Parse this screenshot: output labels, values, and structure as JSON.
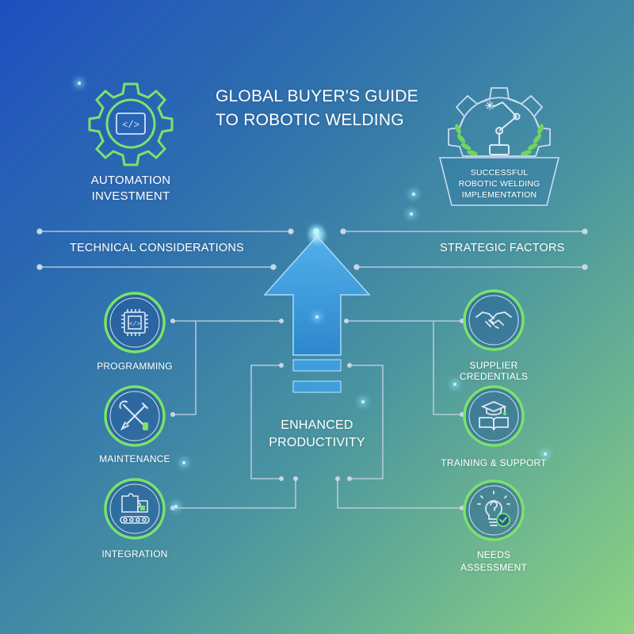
{
  "title": {
    "line1": "GLOBAL BUYER'S GUIDE",
    "line2": "TO ROBOTIC WELDING"
  },
  "badges": {
    "automation": {
      "line1": "AUTOMATION",
      "line2": "INVESTMENT",
      "icon": "gear-code-icon"
    },
    "success": {
      "line1": "SUCCESSFUL",
      "line2": "ROBOTIC WELDING",
      "line3": "IMPLEMENTATION",
      "icon": "robot-arm-laurel-icon"
    }
  },
  "sections": {
    "technical": "TECHNICAL CONSIDERATIONS",
    "strategic": "STRATEGIC FACTORS"
  },
  "center": {
    "line1": "ENHANCED",
    "line2": "PRODUCTIVITY"
  },
  "nodes": {
    "programming": {
      "label": "PROGRAMMING",
      "icon": "chip-code-icon"
    },
    "maintenance": {
      "label": "MAINTENANCE",
      "icon": "wrench-screwdriver-icon"
    },
    "integration": {
      "label": "INTEGRATION",
      "icon": "puzzle-conveyor-icon"
    },
    "supplier": {
      "label": "SUPPLIER CREDENTIALS",
      "icon": "handshake-icon"
    },
    "training": {
      "label": "TRAINING & SUPPORT",
      "icon": "graduation-book-icon"
    },
    "needs": {
      "line1": "NEEDS",
      "line2": "ASSESSMENT",
      "icon": "lightbulb-check-icon"
    }
  },
  "colors": {
    "accent_green": "#7be36a",
    "line_gray": "#c9d6e6",
    "arrow_blue": "#3aa6ee"
  }
}
